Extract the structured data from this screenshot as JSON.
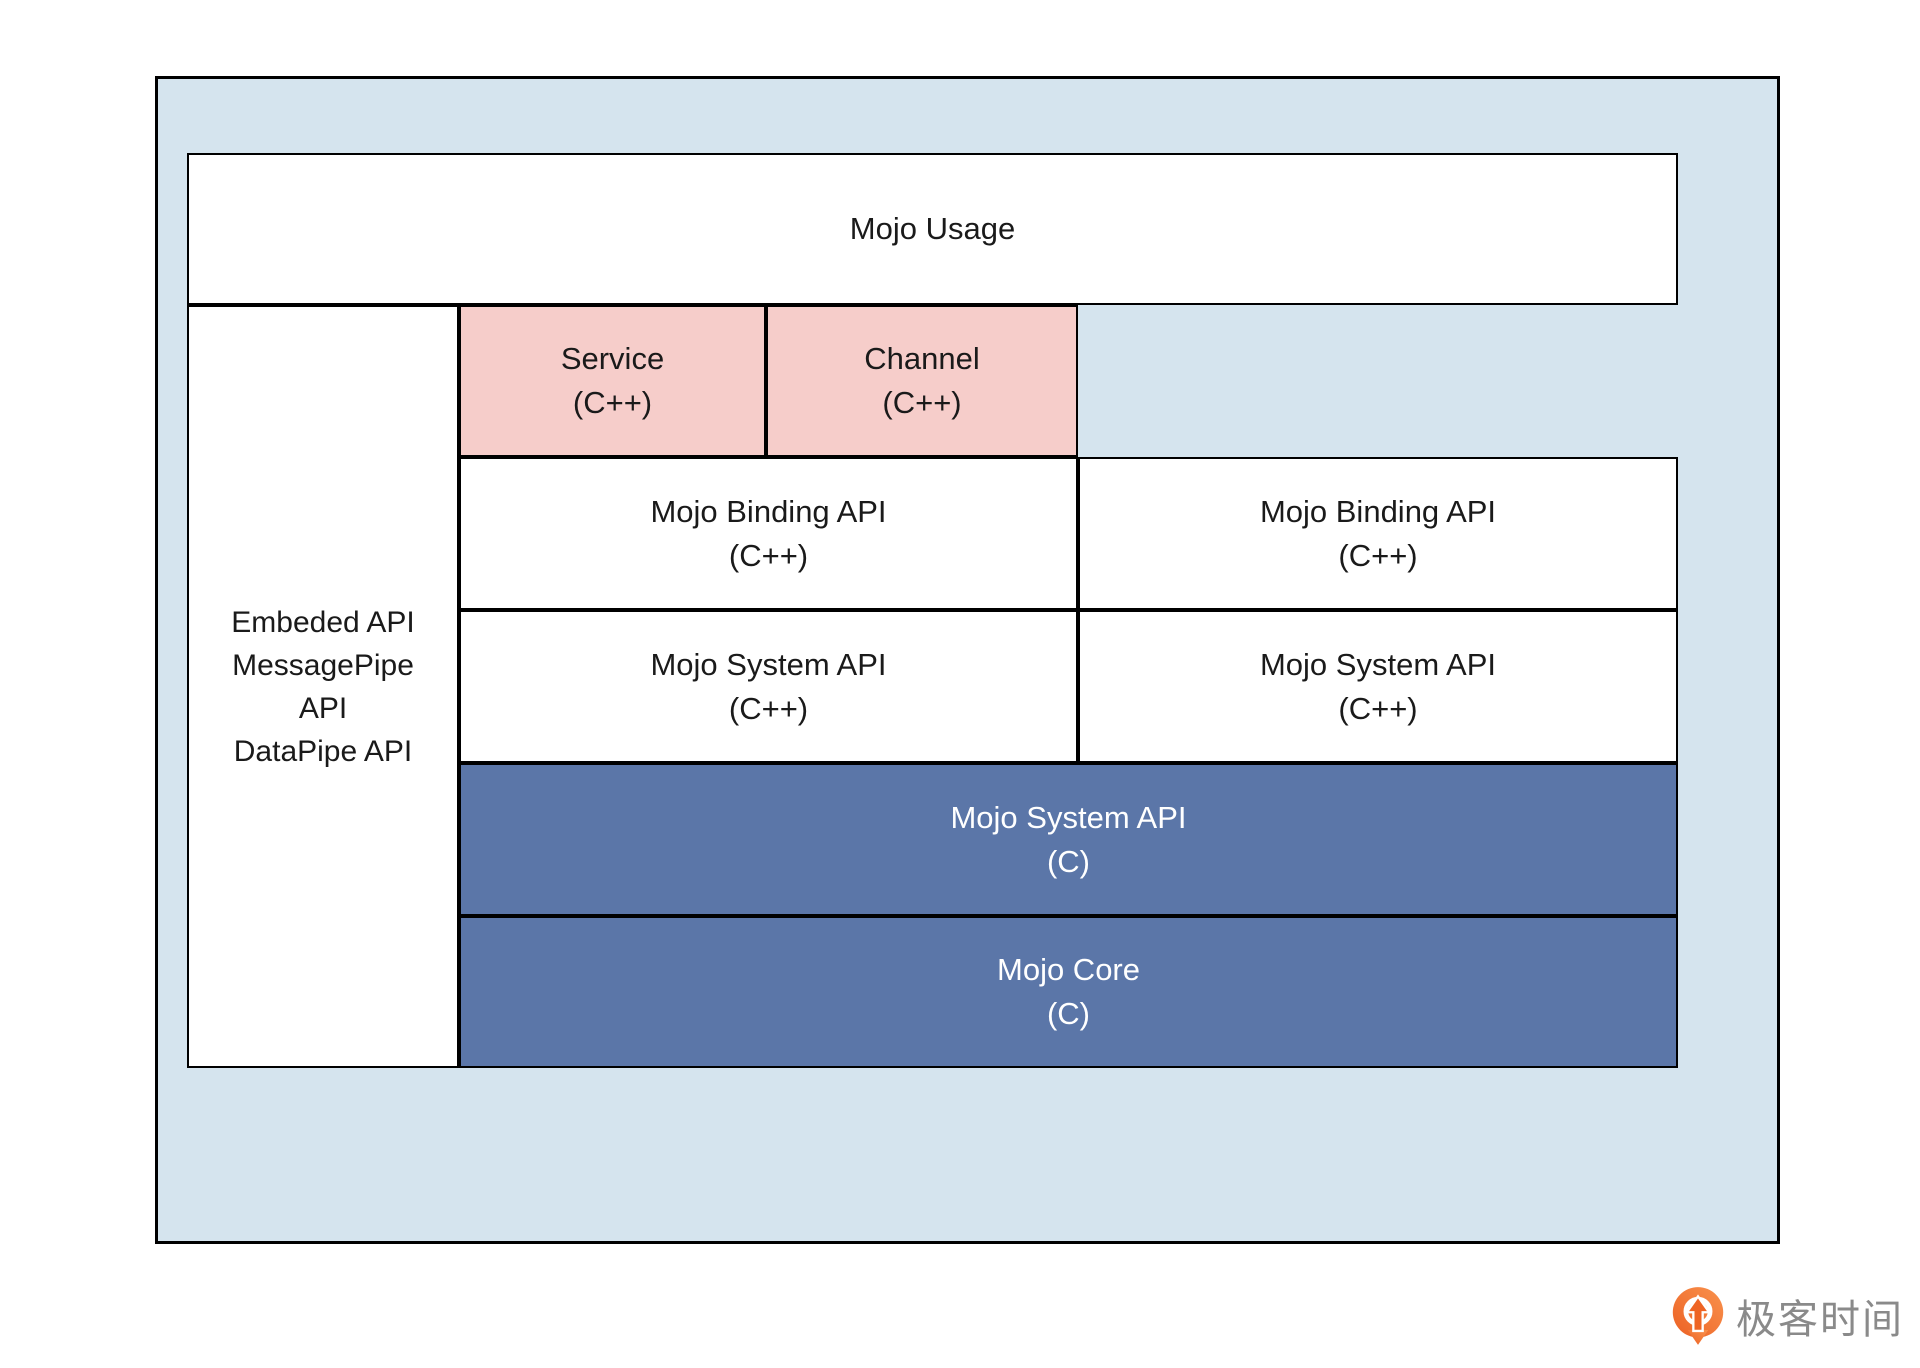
{
  "diagram": {
    "usage_box": {
      "label": "Mojo Usage"
    },
    "left_column": {
      "lines": [
        "Embeded API",
        "MessagePipe",
        "API",
        "DataPipe API"
      ]
    },
    "service_box": {
      "label": "Service",
      "lang": "(C++)"
    },
    "channel_box": {
      "label": "Channel",
      "lang": "(C++)"
    },
    "binding_left": {
      "label": "Mojo Binding API",
      "lang": "(C++)"
    },
    "binding_right": {
      "label": "Mojo Binding API",
      "lang": "(C++)"
    },
    "system_left": {
      "label": "Mojo System API",
      "lang": "(C++)"
    },
    "system_right": {
      "label": "Mojo System API",
      "lang": "(C++)"
    },
    "system_c_box": {
      "label": "Mojo System API",
      "lang": "(C)"
    },
    "core_box": {
      "label": "Mojo Core",
      "lang": "(C)"
    },
    "colors": {
      "panel_blue": "#d5e4ee",
      "pink": "#f6cdca",
      "dark_blue": "#5b76a8",
      "border": "#000000"
    }
  },
  "watermark": {
    "brand": "极客时间",
    "icon_orange": "#f0702f",
    "text_gray": "#8a8a8a"
  }
}
